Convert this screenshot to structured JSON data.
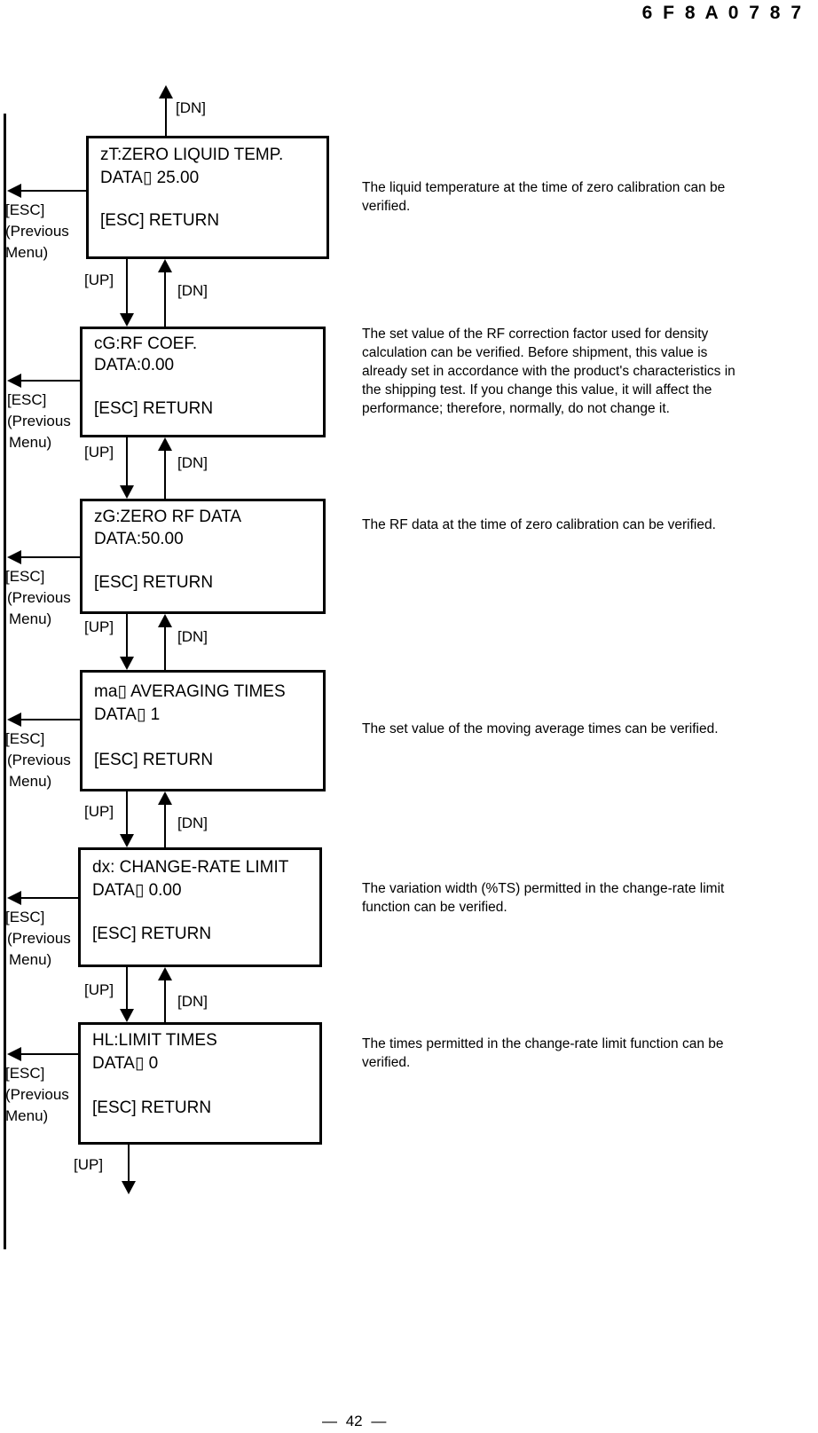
{
  "header": {
    "doc_code": "6 F 8 A 0 7 8 7"
  },
  "labels": {
    "up": "[UP]",
    "dn": "[DN]",
    "esc": "[ESC]",
    "previous": "(Previous",
    "menu": "Menu)"
  },
  "screens": [
    {
      "title": "zT:ZERO LIQUID TEMP.",
      "data": "DATA▯ 25.00",
      "esc_return": "[ESC] RETURN",
      "description": "The liquid temperature at the time of zero calibration can be\nverified."
    },
    {
      "title": "cG:RF COEF.",
      "data": "DATA:0.00",
      "esc_return": "[ESC] RETURN",
      "description": "The set value of the RF correction factor used for density\ncalculation can be verified. Before shipment, this value is\nalready set in accordance with the product's characteristics in\nthe shipping test. If you change this value, it will affect the\nperformance; therefore, normally, do not change it."
    },
    {
      "title": "zG:ZERO RF DATA",
      "data": "DATA:50.00",
      "esc_return": "[ESC] RETURN",
      "description": "The RF data at the time of zero calibration can be verified."
    },
    {
      "title": "ma▯ AVERAGING TIMES",
      "data": "DATA▯ 1",
      "esc_return": "[ESC] RETURN",
      "description": "The set value of the moving average times can be verified."
    },
    {
      "title": "dx: CHANGE-RATE LIMIT",
      "data": "DATA▯ 0.00",
      "esc_return": "[ESC] RETURN",
      "description": "The variation width (%TS) permitted in the change-rate limit\nfunction can be verified."
    },
    {
      "title": "HL:LIMIT TIMES",
      "data": "DATA▯ 0",
      "esc_return": "[ESC] RETURN",
      "description": "The times permitted in the change-rate limit function can be\nverified."
    }
  ],
  "footer": {
    "page_number": "— 42 —"
  }
}
